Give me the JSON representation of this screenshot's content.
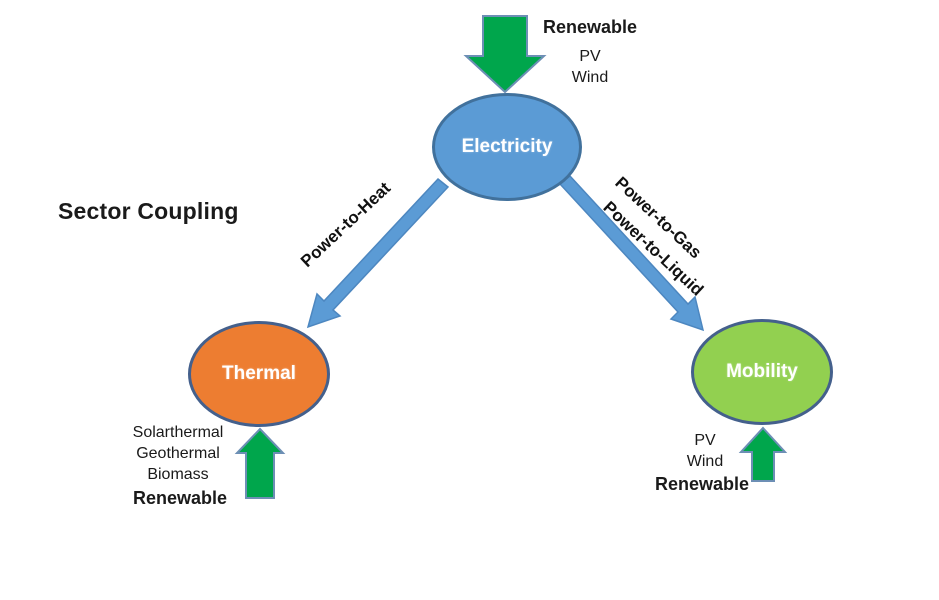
{
  "title": "Sector Coupling",
  "colors": {
    "electricity_fill": "#5b9bd5",
    "electricity_border": "#41719c",
    "thermal_fill": "#ed7d31",
    "mobility_fill": "#92d050",
    "node_border": "#44608c",
    "arrow_blue": "#5b9bd5",
    "arrow_blue_edge": "#4d87c0",
    "arrow_green": "#00a64c",
    "arrow_green_edge": "#6d8fb5",
    "text": "#1a1a1a"
  },
  "nodes": {
    "electricity": {
      "label": "Electricity"
    },
    "thermal": {
      "label": "Thermal"
    },
    "mobility": {
      "label": "Mobility"
    }
  },
  "edges": {
    "heat": {
      "label": "Power-to-Heat"
    },
    "gas": {
      "label": "Power-to-Gas"
    },
    "liquid": {
      "label": "Power-to-Liquid"
    }
  },
  "sources": {
    "electricity": {
      "renewable": "Renewable",
      "items": [
        "PV",
        "Wind"
      ]
    },
    "thermal": {
      "items": [
        "Solarthermal",
        "Geothermal",
        "Biomass"
      ],
      "renewable": "Renewable"
    },
    "mobility": {
      "items": [
        "PV",
        "Wind"
      ],
      "renewable": "Renewable"
    }
  }
}
